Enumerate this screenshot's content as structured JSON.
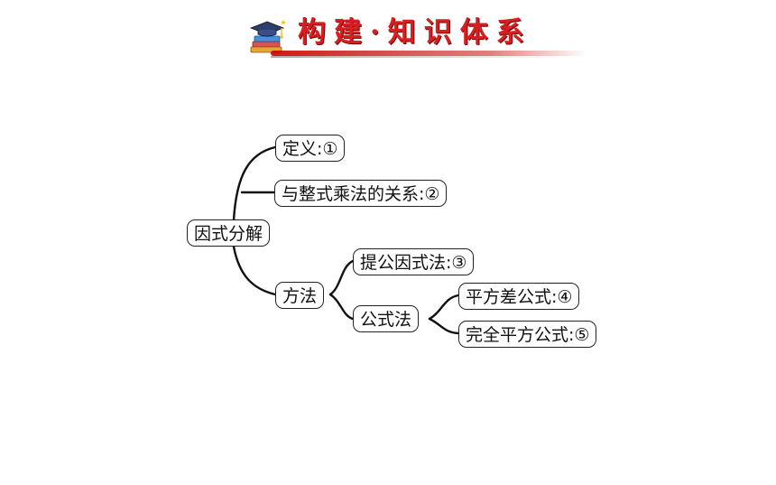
{
  "header": {
    "title": "构建·知识体系",
    "logo_icon": "graduation-cap-books-icon",
    "title_color": "#d42020",
    "line_color": "#c80000"
  },
  "diagram": {
    "root": "因式分解",
    "definition": "定义:①",
    "relation": "与整式乘法的关系:②",
    "methods": "方法",
    "factor_out": "提公因式法:③",
    "formula": "公式法",
    "diff_squares": "平方差公式:④",
    "perfect_square": "完全平方公式:⑤"
  }
}
